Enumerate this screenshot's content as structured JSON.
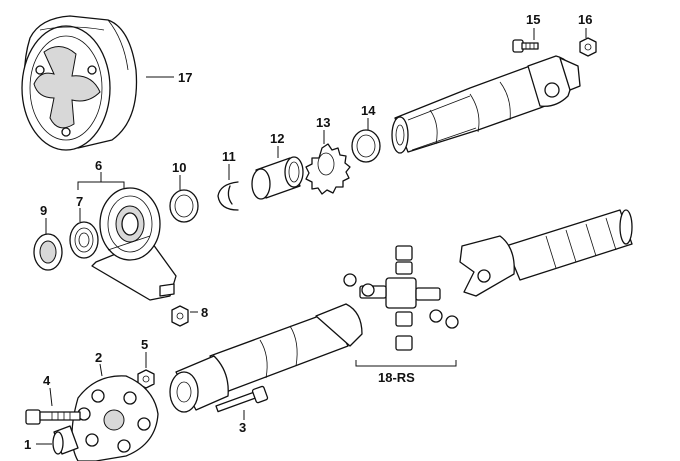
{
  "callouts": [
    {
      "id": "1",
      "label": "1"
    },
    {
      "id": "2",
      "label": "2"
    },
    {
      "id": "3",
      "label": "3"
    },
    {
      "id": "4",
      "label": "4"
    },
    {
      "id": "5",
      "label": "5"
    },
    {
      "id": "6",
      "label": "6"
    },
    {
      "id": "7",
      "label": "7"
    },
    {
      "id": "8",
      "label": "8"
    },
    {
      "id": "9",
      "label": "9"
    },
    {
      "id": "10",
      "label": "10"
    },
    {
      "id": "11",
      "label": "11"
    },
    {
      "id": "12",
      "label": "12"
    },
    {
      "id": "13",
      "label": "13"
    },
    {
      "id": "14",
      "label": "14"
    },
    {
      "id": "15",
      "label": "15"
    },
    {
      "id": "16",
      "label": "16"
    },
    {
      "id": "17",
      "label": "17"
    },
    {
      "id": "18rs",
      "label": "18-RS"
    }
  ]
}
